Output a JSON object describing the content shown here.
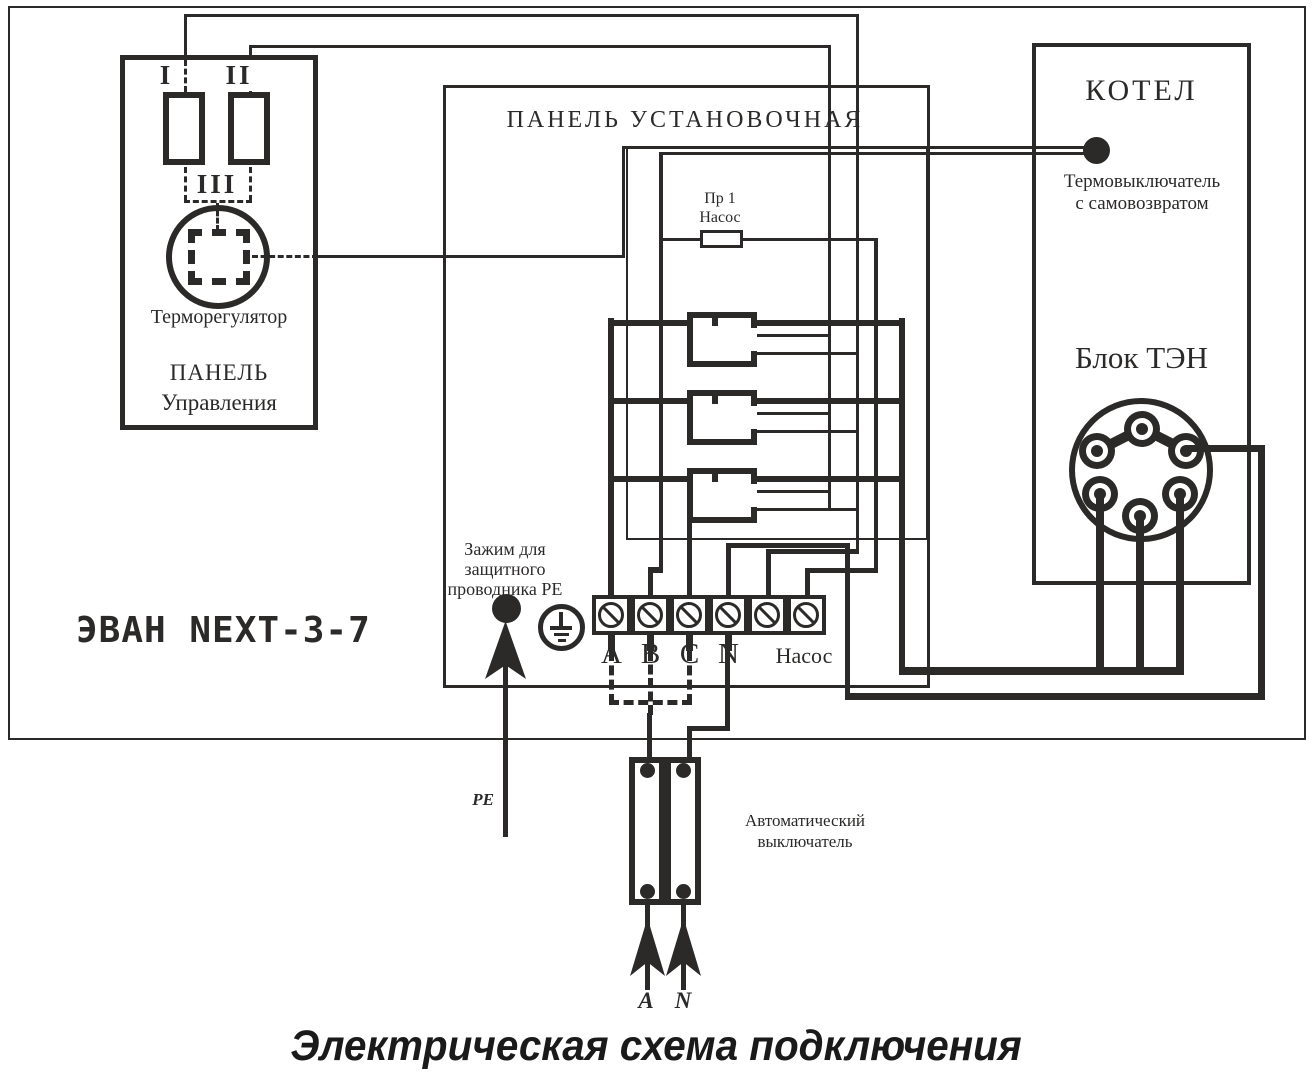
{
  "title": "Электрическая схема подключения",
  "device_label": "ЭВАН NEXT-3-7",
  "control_panel": {
    "switch_1": "I",
    "switch_2": "II",
    "switch_3": "III",
    "thermoregulator": "Терморегулятор",
    "name_line1": "ПАНЕЛЬ",
    "name_line2": "Управления"
  },
  "mounting_panel": {
    "name": "ПАНЕЛЬ  УСТАНОВОЧНАЯ",
    "fuse_line1": "Пр 1",
    "fuse_line2": "Насос"
  },
  "boiler": {
    "name": "КОТЕЛ",
    "thermal_switch_line1": "Термовыключатель",
    "thermal_switch_line2": "с самовозвратом",
    "heater_block": "Блок ТЭН"
  },
  "terminal_block": {
    "labels": [
      "A",
      "B",
      "C",
      "N"
    ],
    "pump_label": "Насос"
  },
  "pe_clamp": {
    "line1": "Зажим для",
    "line2": "защитного",
    "line3": "проводника PE",
    "wire_label": "PE"
  },
  "breaker": {
    "line1": "Автоматический",
    "line2": "выключатель",
    "phase_label": "A",
    "neutral_label": "N"
  },
  "colors": {
    "ink": "#2b2a29",
    "background": "#ffffff"
  }
}
